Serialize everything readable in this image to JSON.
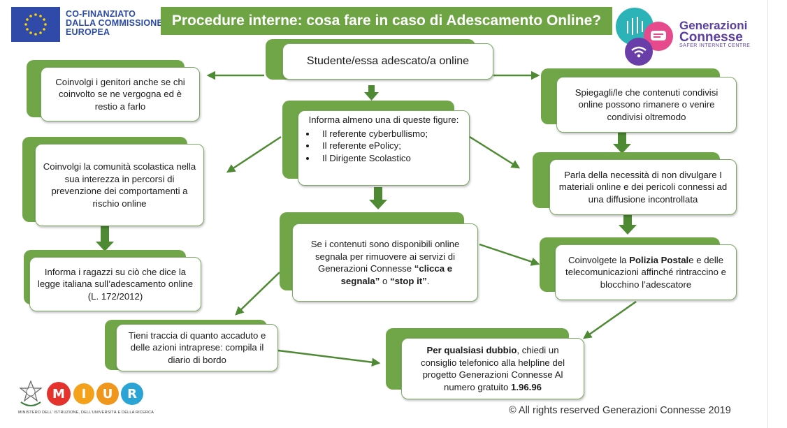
{
  "header": {
    "eu_text_lines": [
      "CO-FINANZIATO",
      "DALLA COMMISSIONE",
      "EUROPEA"
    ],
    "title": "Procedure interne: cosa fare in caso di Adescamento Online?",
    "brand_line1": "Generazioni",
    "brand_line2": "Connesse",
    "brand_sub": "SAFER INTERNET CENTRE"
  },
  "nodes": {
    "center_top": "Studente/essa adescato/a online",
    "genitori": "Coinvolgi i genitori anche se chi coinvolto se ne vergogna ed è restio a farlo",
    "spiegagli": "Spiegagli/le che contenuti condivisi online possono rimanere o venire condivisi oltremodo",
    "informa_title": "Informa almeno una di queste figure:",
    "informa_items": [
      "Il referente cyberbullismo;",
      "Il referente ePolicy;",
      "Il Dirigente Scolastico"
    ],
    "comunita": "Coinvolgi la comunità scolastica nella sua interezza in percorsi di prevenzione dei comportamenti a rischio online",
    "parla": "Parla della necessità di non divulgare I materiali online e dei pericoli connessi ad una diffusione incontrollata",
    "contenuti": {
      "t1": "Se i contenuti sono disponibili online segnala per rimuovere ai servizi di  Generazioni Connesse ",
      "b1": "“clicca e segnala”",
      "t2": " o ",
      "b2": "“stop it”",
      "t3": "."
    },
    "ragazzi": "Informa i ragazzi su ciò che dice la legge italiana sull’adescamento online (L. 172/2012)",
    "polizia": {
      "t1": "Coinvolgete la ",
      "b1": "Polizia Postal",
      "t2": "e e delle telecomunicazioni affinché rintraccino e blocchino l’adescatore"
    },
    "traccia": "Tieni traccia di quanto accaduto e delle azioni intraprese: compila il diario di bordo",
    "dubbio": {
      "b1": "Per qualsiasi dubbio",
      "t1": ", chiedi un consiglio telefonico alla helpline  del progetto Generazioni Connesse Al numero gratuito ",
      "b2": "1.96.96"
    }
  },
  "footer": {
    "ministry": "MINISTERO DELL’ ISTRUZIONE, DELL’UNIVERSITÀ E DELLA RICERCA",
    "miur_letters": [
      "M",
      "I",
      "U",
      "R"
    ],
    "copyright": "© All rights reserved Generazioni Connesse  2019"
  },
  "colors": {
    "green": "#70a548",
    "arrow": "#4e8a34",
    "eu_blue": "#2f4aa8",
    "brand_purple": "#5a3ea0"
  },
  "icons": [
    "eu-flag-icon",
    "generazioni-connesse-logo-icon",
    "italian-emblem-icon",
    "miur-logo-icon"
  ]
}
